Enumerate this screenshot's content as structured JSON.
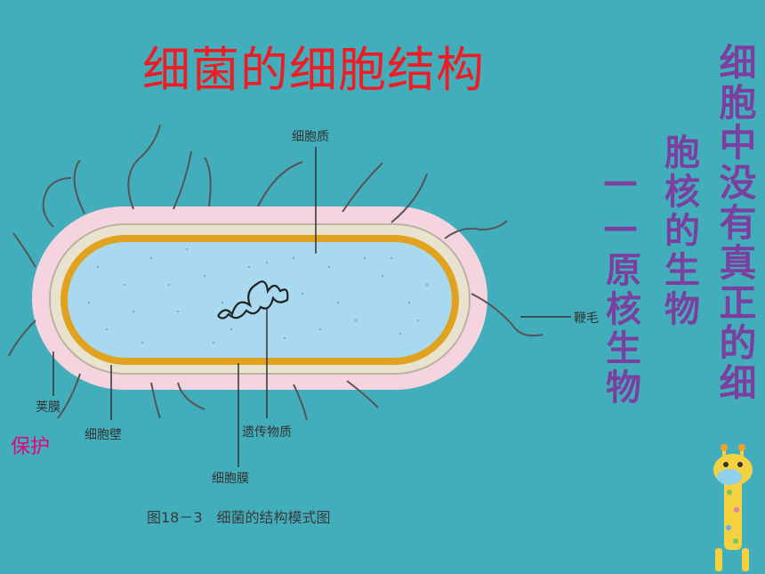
{
  "title": "细菌的细胞结构",
  "side_text": {
    "col1": "细胞中没有真正的细",
    "col2": "胞核的生物",
    "col3": "——原核生物"
  },
  "protect_label": "保护",
  "diagram": {
    "labels": {
      "cytoplasm": "细胞质",
      "flagellum": "鞭毛",
      "capsule": "荚膜",
      "cell_wall": "细胞壁",
      "genetic_material": "遗传物质",
      "cell_membrane": "细胞膜"
    },
    "caption": "图18－3　细菌的结构模式图"
  },
  "colors": {
    "background": "#43aebb",
    "title": "#ee1c25",
    "side_text": "#7b3fa0",
    "protect": "#e6007e",
    "capsule": "#f6d4df",
    "cell_wall": "#e8e2cf",
    "membrane": "#e0a21f",
    "cytoplasm": "#a8d9ee"
  },
  "icons": [
    "giraffe-icon"
  ]
}
